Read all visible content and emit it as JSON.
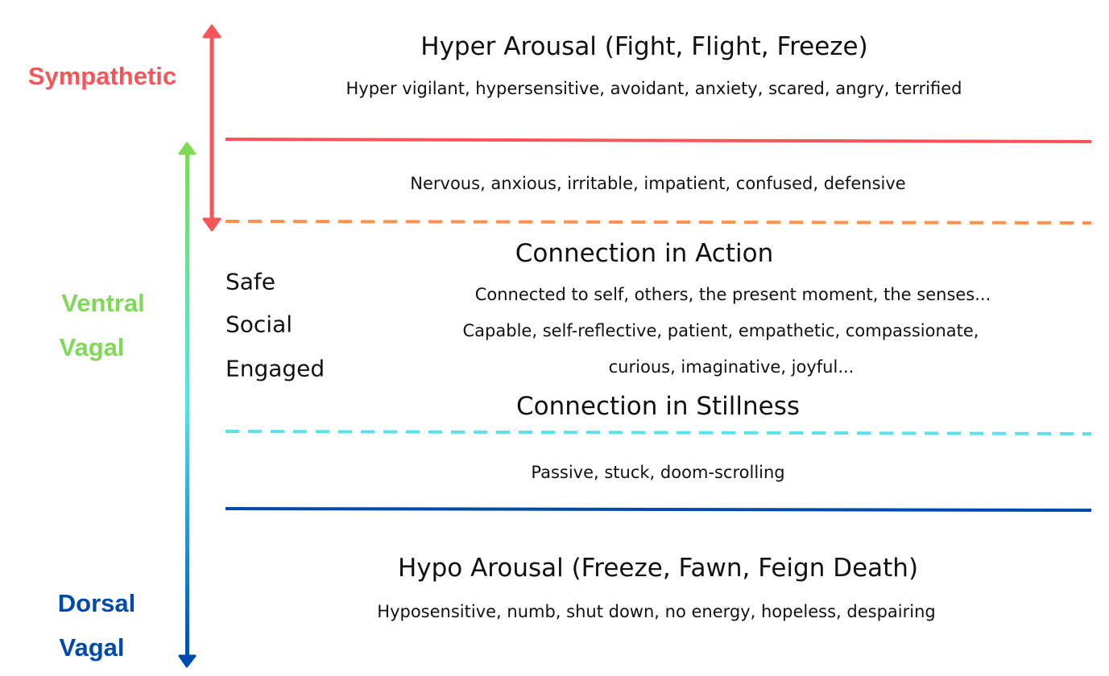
{
  "colors": {
    "sympathetic": "#f95556",
    "ventral": "#7ed957",
    "cyan": "#5ce1e6",
    "dorsal": "#004aad",
    "orange": "#ff914d"
  },
  "side_labels": {
    "sympathetic": "Sympathetic",
    "ventral": [
      "Ventral",
      "Vagal"
    ],
    "dorsal": [
      "Dorsal",
      "Vagal"
    ]
  },
  "zones": {
    "hyper": {
      "title": "Hyper Arousal (Fight, Flight, Freeze)",
      "desc": "Hyper vigilant, hypersensitive, avoidant, anxiety, scared, angry, terrified"
    },
    "transition_upper": "Nervous, anxious, irritable, impatient, confused, defensive",
    "window": {
      "states": [
        "Safe",
        "Social",
        "Engaged"
      ],
      "action_title": "Connection in Action",
      "lines": [
        "Connected to self, others, the present moment, the senses...",
        "Capable, self-reflective, patient, empathetic, compassionate,",
        "curious, imaginative, joyful..."
      ],
      "stillness_title": "Connection in Stillness"
    },
    "transition_lower": "Passive, stuck, doom-scrolling",
    "hypo": {
      "title": "Hypo Arousal (Freeze, Fawn, Feign Death)",
      "desc": "Hyposensitive, numb, shut down, no energy, hopeless, despairing"
    }
  }
}
